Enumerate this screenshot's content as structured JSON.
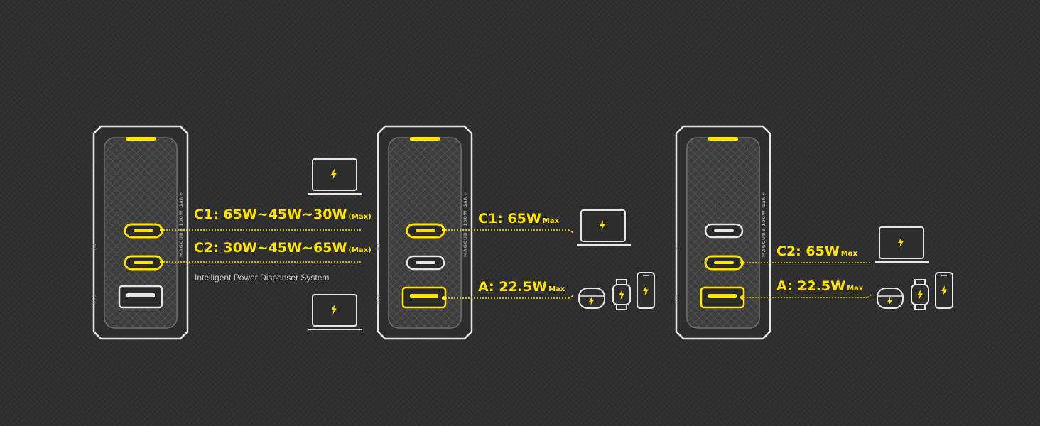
{
  "colors": {
    "accent": "#ffe400",
    "outline": "#e6e6e6",
    "background": "#2e2e2e"
  },
  "charger_labels": {
    "pd": "PD",
    "usb": "USB",
    "brand": "MAGCUBE  100W  GaN+"
  },
  "scenario1": {
    "c1_main": "C1: 65W~45W~30W",
    "c1_suffix": "(Max)",
    "c2_main": "C2: 30W~45W~65W",
    "c2_suffix": "(Max)",
    "caption": "Intelligent Power Dispenser System"
  },
  "scenario2": {
    "c1_main": "C1: 65W",
    "c1_suffix": "Max",
    "a_main": "A: 22.5W",
    "a_suffix": "Max"
  },
  "scenario3": {
    "c2_main": "C2: 65W",
    "c2_suffix": "Max",
    "a_main": "A: 22.5W",
    "a_suffix": "Max"
  },
  "icons": [
    "laptop-icon",
    "earbuds-case-icon",
    "smartwatch-icon",
    "smartphone-icon",
    "lightning-icon"
  ]
}
